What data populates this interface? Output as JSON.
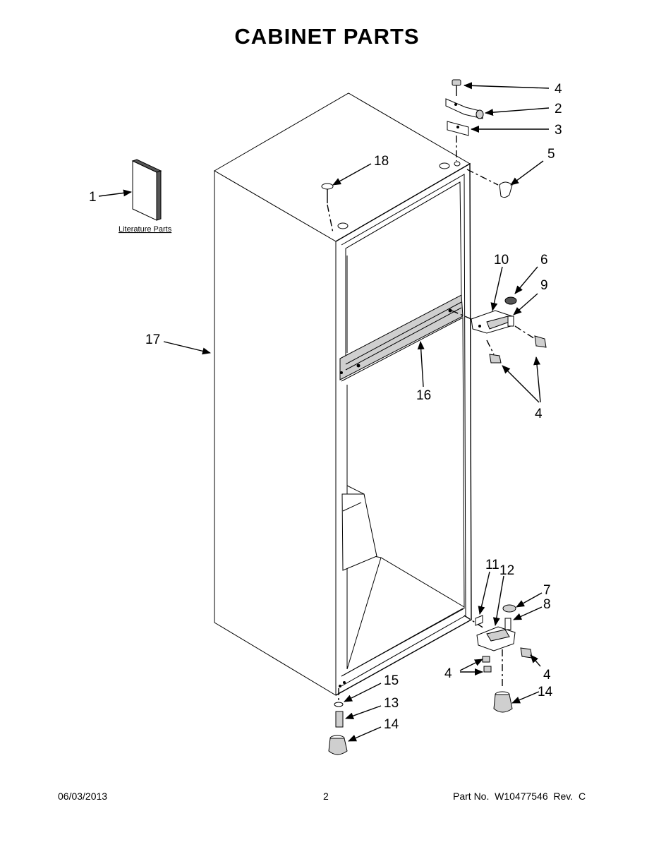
{
  "title": "CABINET PARTS",
  "literature_label": "Literature Parts",
  "callouts": {
    "c1": "1",
    "c2": "2",
    "c3": "3",
    "c4_top": "4",
    "c5": "5",
    "c6": "6",
    "c9": "9",
    "c10": "10",
    "c4_mid": "4",
    "c16": "16",
    "c17": "17",
    "c18": "18",
    "c11": "11",
    "c12": "12",
    "c7": "7",
    "c8": "8",
    "c4_bl": "4",
    "c4_br": "4",
    "c14_r": "14",
    "c15": "15",
    "c13": "13",
    "c14_l": "14"
  },
  "footer": {
    "date": "06/03/2013",
    "page": "2",
    "part": "Part No.  W10477546  Rev.  C"
  }
}
